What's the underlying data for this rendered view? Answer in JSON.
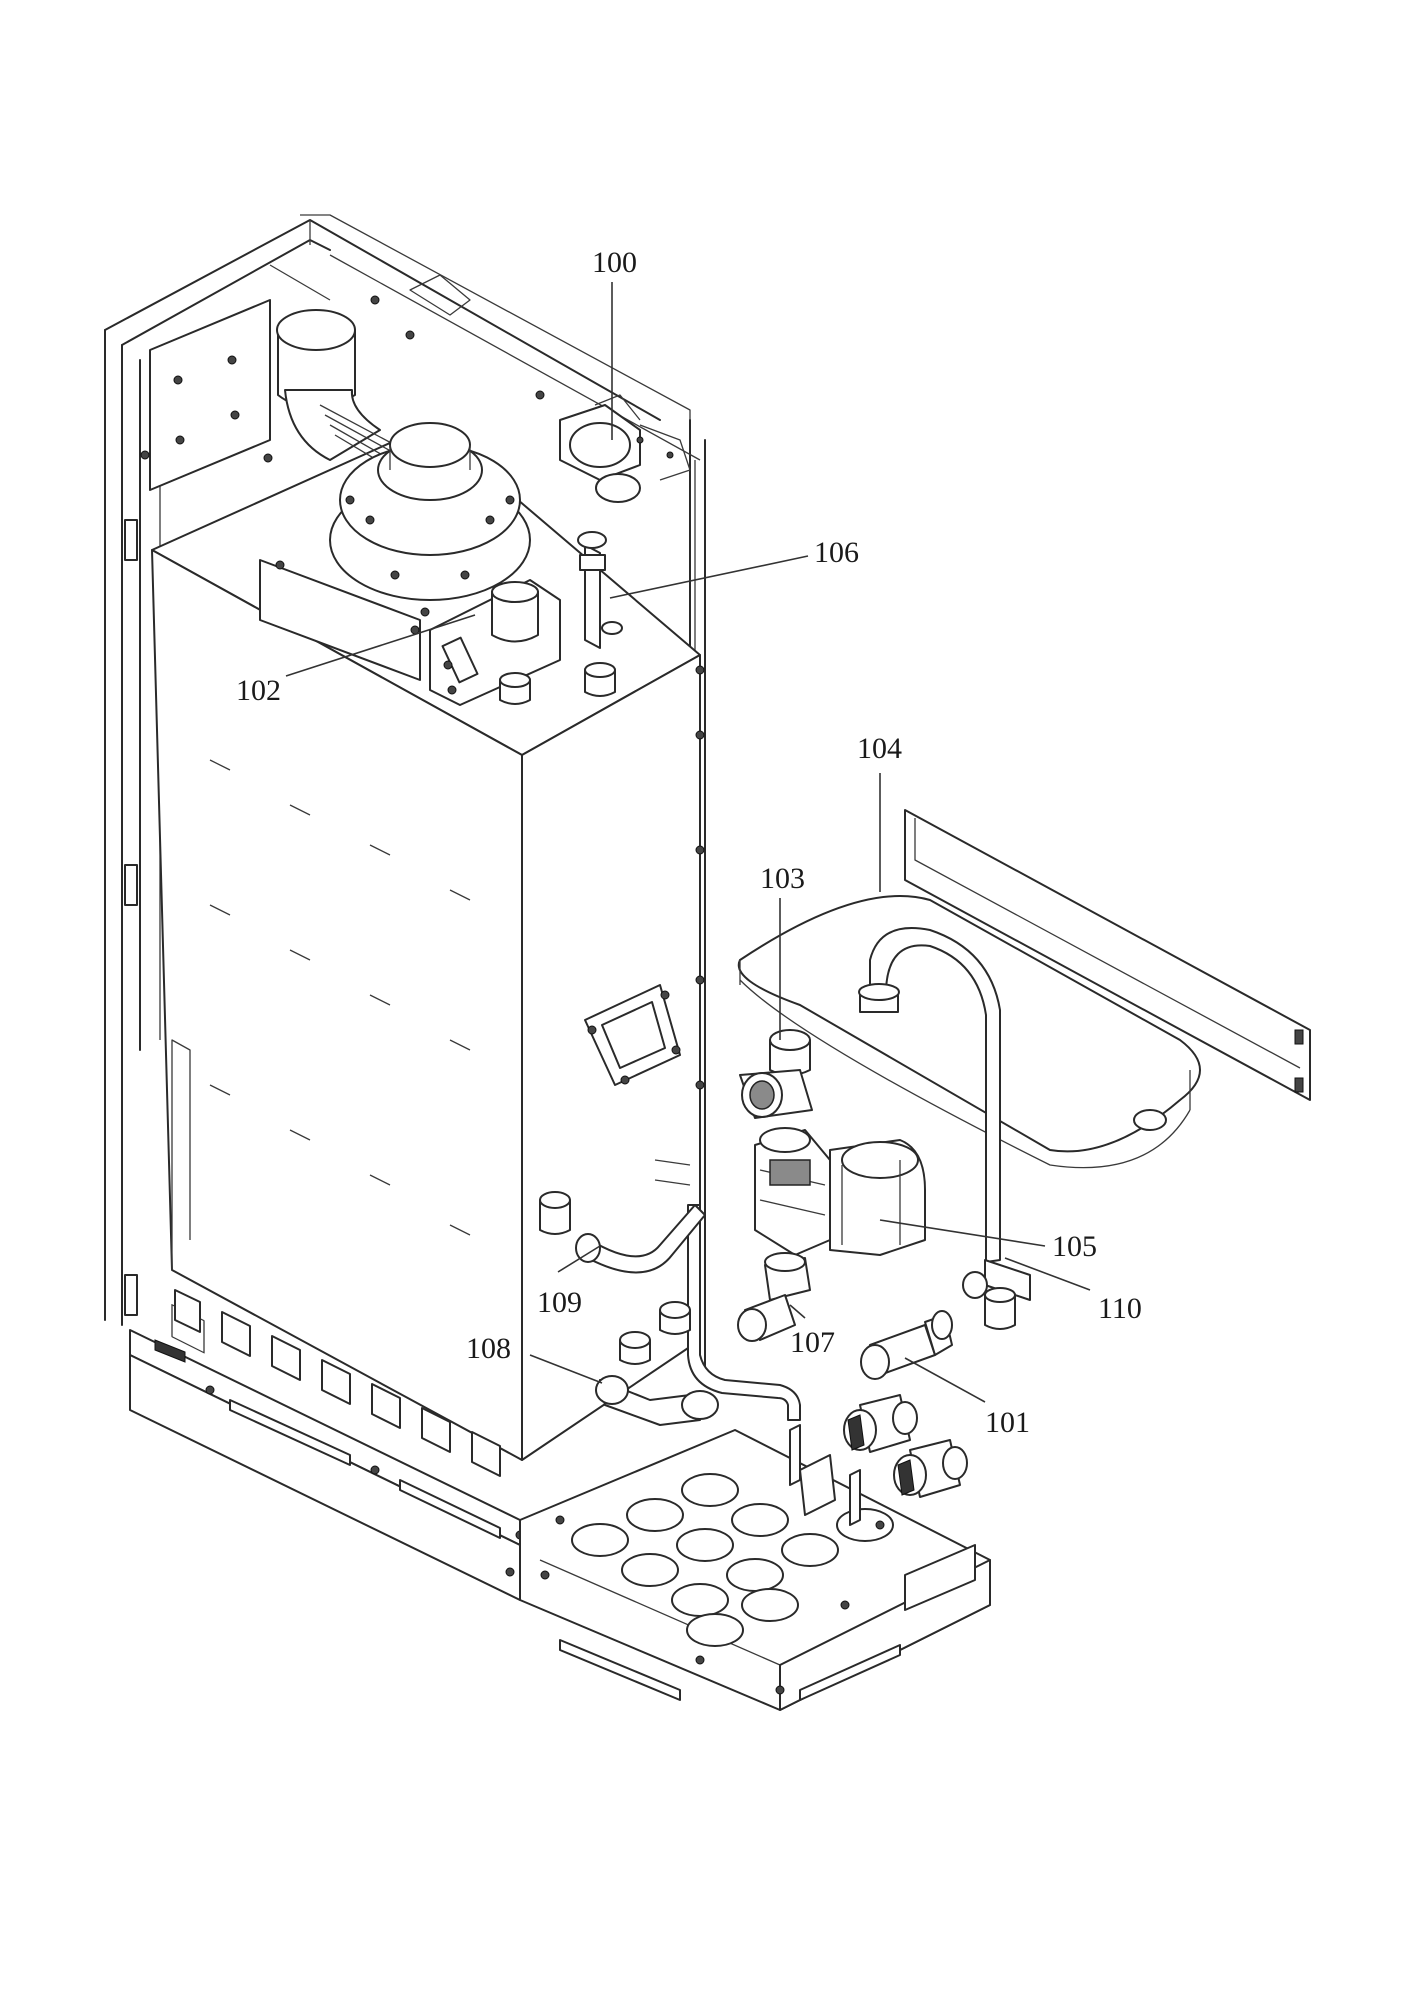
{
  "callouts": {
    "c100": "100",
    "c101": "101",
    "c102": "102",
    "c103": "103",
    "c104": "104",
    "c105": "105",
    "c106": "106",
    "c107": "107",
    "c108": "108",
    "c109": "109",
    "c110": "110"
  }
}
